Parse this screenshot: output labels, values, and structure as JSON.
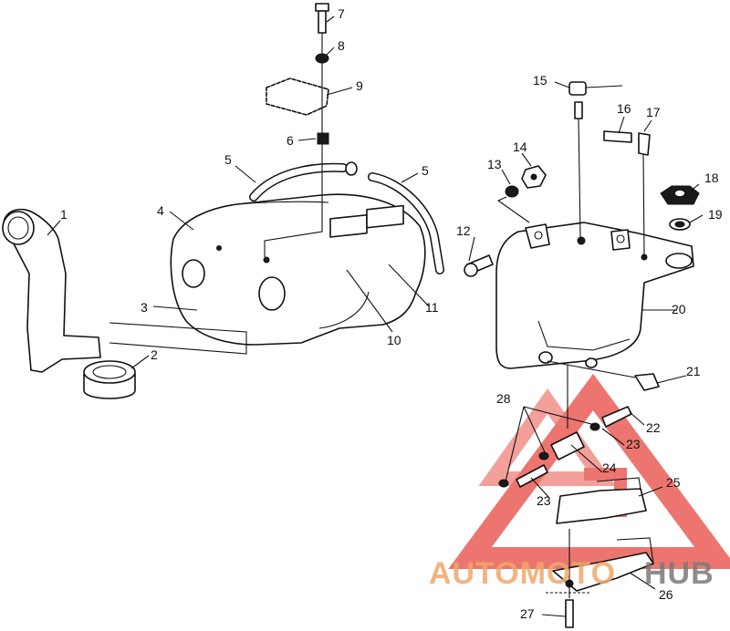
{
  "diagram": {
    "callouts": [
      {
        "id": "c1",
        "label": "1"
      },
      {
        "id": "c2",
        "label": "2"
      },
      {
        "id": "c3",
        "label": "3"
      },
      {
        "id": "c4",
        "label": "4"
      },
      {
        "id": "c5a",
        "label": "5"
      },
      {
        "id": "c5b",
        "label": "5"
      },
      {
        "id": "c6",
        "label": "6"
      },
      {
        "id": "c7",
        "label": "7"
      },
      {
        "id": "c8",
        "label": "8"
      },
      {
        "id": "c9",
        "label": "9"
      },
      {
        "id": "c10",
        "label": "10"
      },
      {
        "id": "c11",
        "label": "11"
      },
      {
        "id": "c12",
        "label": "12"
      },
      {
        "id": "c13",
        "label": "13"
      },
      {
        "id": "c14",
        "label": "14"
      },
      {
        "id": "c15",
        "label": "15"
      },
      {
        "id": "c16",
        "label": "16"
      },
      {
        "id": "c17",
        "label": "17"
      },
      {
        "id": "c18",
        "label": "18"
      },
      {
        "id": "c19",
        "label": "19"
      },
      {
        "id": "c20",
        "label": "20"
      },
      {
        "id": "c21",
        "label": "21"
      },
      {
        "id": "c22",
        "label": "22"
      },
      {
        "id": "c23a",
        "label": "23"
      },
      {
        "id": "c23b",
        "label": "23"
      },
      {
        "id": "c24",
        "label": "24"
      },
      {
        "id": "c25",
        "label": "25"
      },
      {
        "id": "c26",
        "label": "26"
      },
      {
        "id": "c27",
        "label": "27"
      },
      {
        "id": "c28",
        "label": "28"
      }
    ]
  },
  "watermark": {
    "text_auto": "AUTOMOTO",
    "text_hub": "HUB",
    "color_primary": "#e8473f",
    "color_secondary": "#f0a86a",
    "color_dark": "#7a7a7a"
  }
}
